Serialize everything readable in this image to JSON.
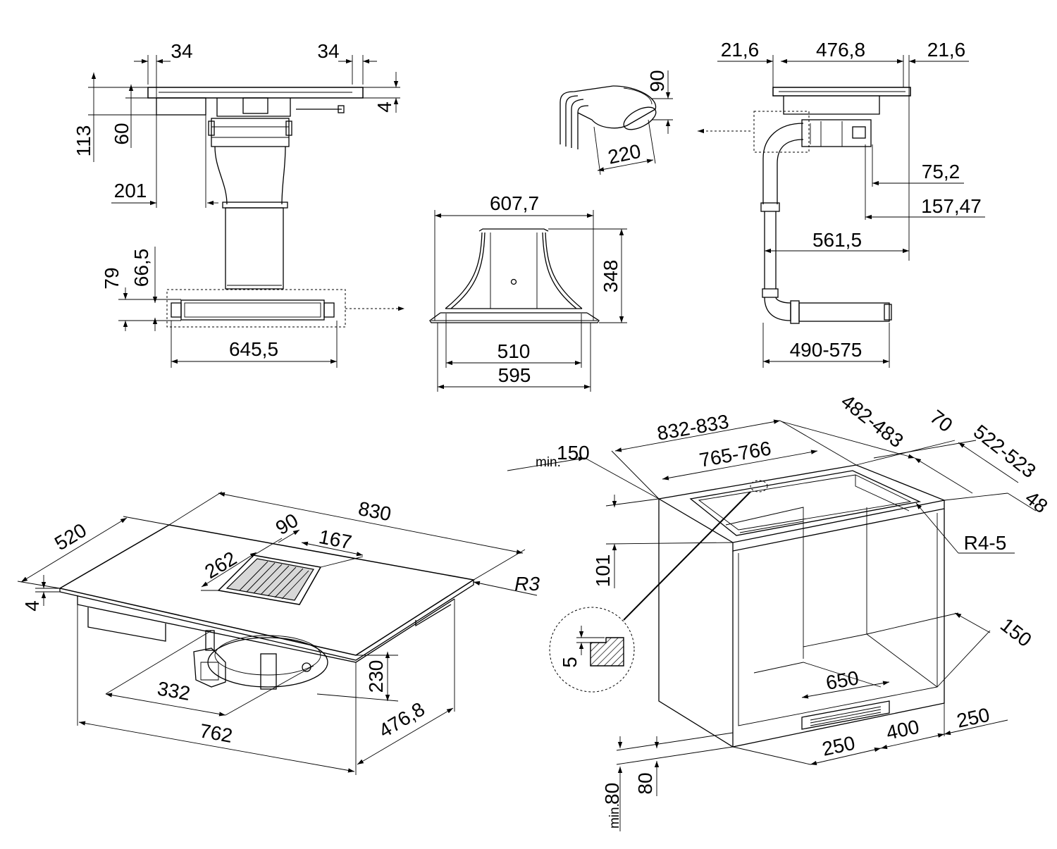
{
  "drawing": {
    "top_left": {
      "w34_left": "34",
      "w34_right": "34",
      "h4": "4",
      "h113": "113",
      "h60": "60",
      "w201": "201",
      "h79": "79",
      "h66_5": "66,5",
      "w645_5": "645,5"
    },
    "top_middle": {
      "w607_7": "607,7",
      "h348": "348",
      "w510": "510",
      "w595": "595"
    },
    "top_right": {
      "h90": "90",
      "w220": "220",
      "w21_6_left": "21,6",
      "w476_8": "476,8",
      "w21_6_right": "21,6",
      "w75_2": "75,2",
      "w157_47": "157,47",
      "w561_5": "561,5",
      "w490_575": "490-575"
    },
    "bottom_left": {
      "w520": "520",
      "w830": "830",
      "w90": "90",
      "w167": "167",
      "w262": "262",
      "r3": "R3",
      "h4": "4",
      "w332": "332",
      "h230": "230",
      "w762": "762",
      "w476_8": "476,8"
    },
    "bottom_right": {
      "min150_prefix": "min.",
      "min150_value": "150",
      "w832_833": "832-833",
      "w765_766": "765-766",
      "w482_483": "482-483",
      "w70": "70",
      "w522_523": "522-523",
      "w48": "48",
      "r4_5": "R4-5",
      "h101": "101",
      "h5": "5",
      "w150": "150",
      "w650": "650",
      "w250_right": "250",
      "w400": "400",
      "w250_left": "250",
      "h80": "80",
      "min80_prefix": "min.",
      "min80_value": "80"
    }
  }
}
